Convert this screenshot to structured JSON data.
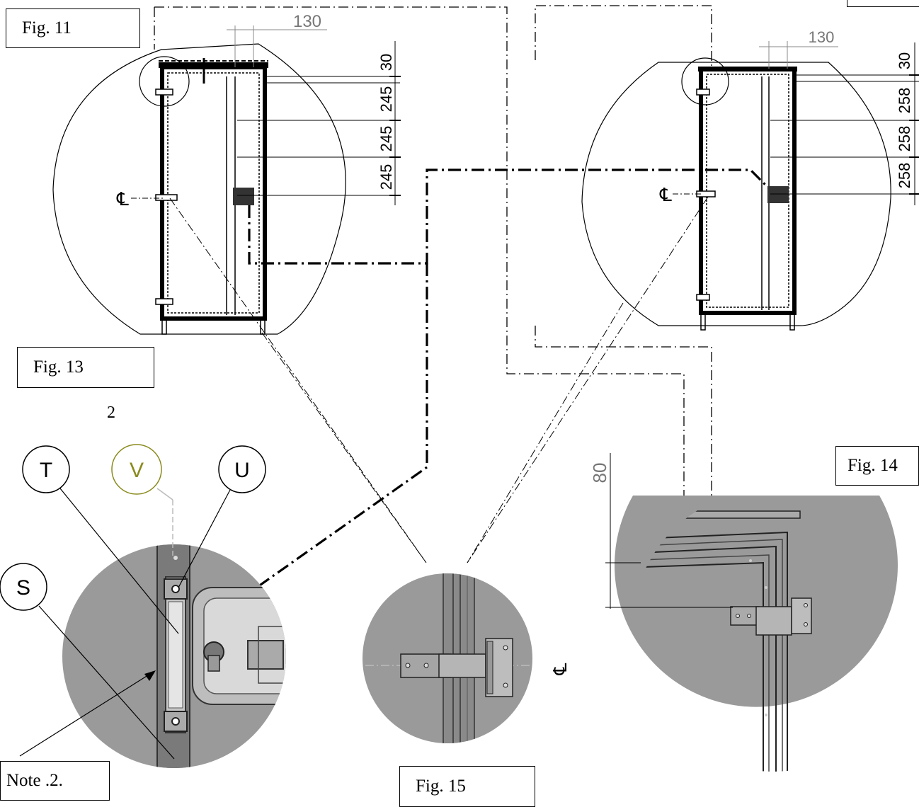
{
  "figures": {
    "fig11": "Fig. 11",
    "fig13": "Fig. 13",
    "fig14": "Fig. 14",
    "fig15": "Fig. 15",
    "note2": "Note .2."
  },
  "page_number": "2",
  "centerline_symbol": "℄",
  "left_view": {
    "top_dim": "130",
    "right_dims": [
      "30",
      "245",
      "245",
      "245"
    ]
  },
  "right_view": {
    "top_dim": "130",
    "right_dims": [
      "30",
      "258",
      "258",
      "258"
    ]
  },
  "detail_dim": "80",
  "balloons": [
    "T",
    "V",
    "U",
    "S"
  ],
  "colors": {
    "line": "#000000",
    "detail_fill": "#9a9a9a",
    "balloon_v": "#8a8a1e",
    "dim_grey": "#777777"
  }
}
